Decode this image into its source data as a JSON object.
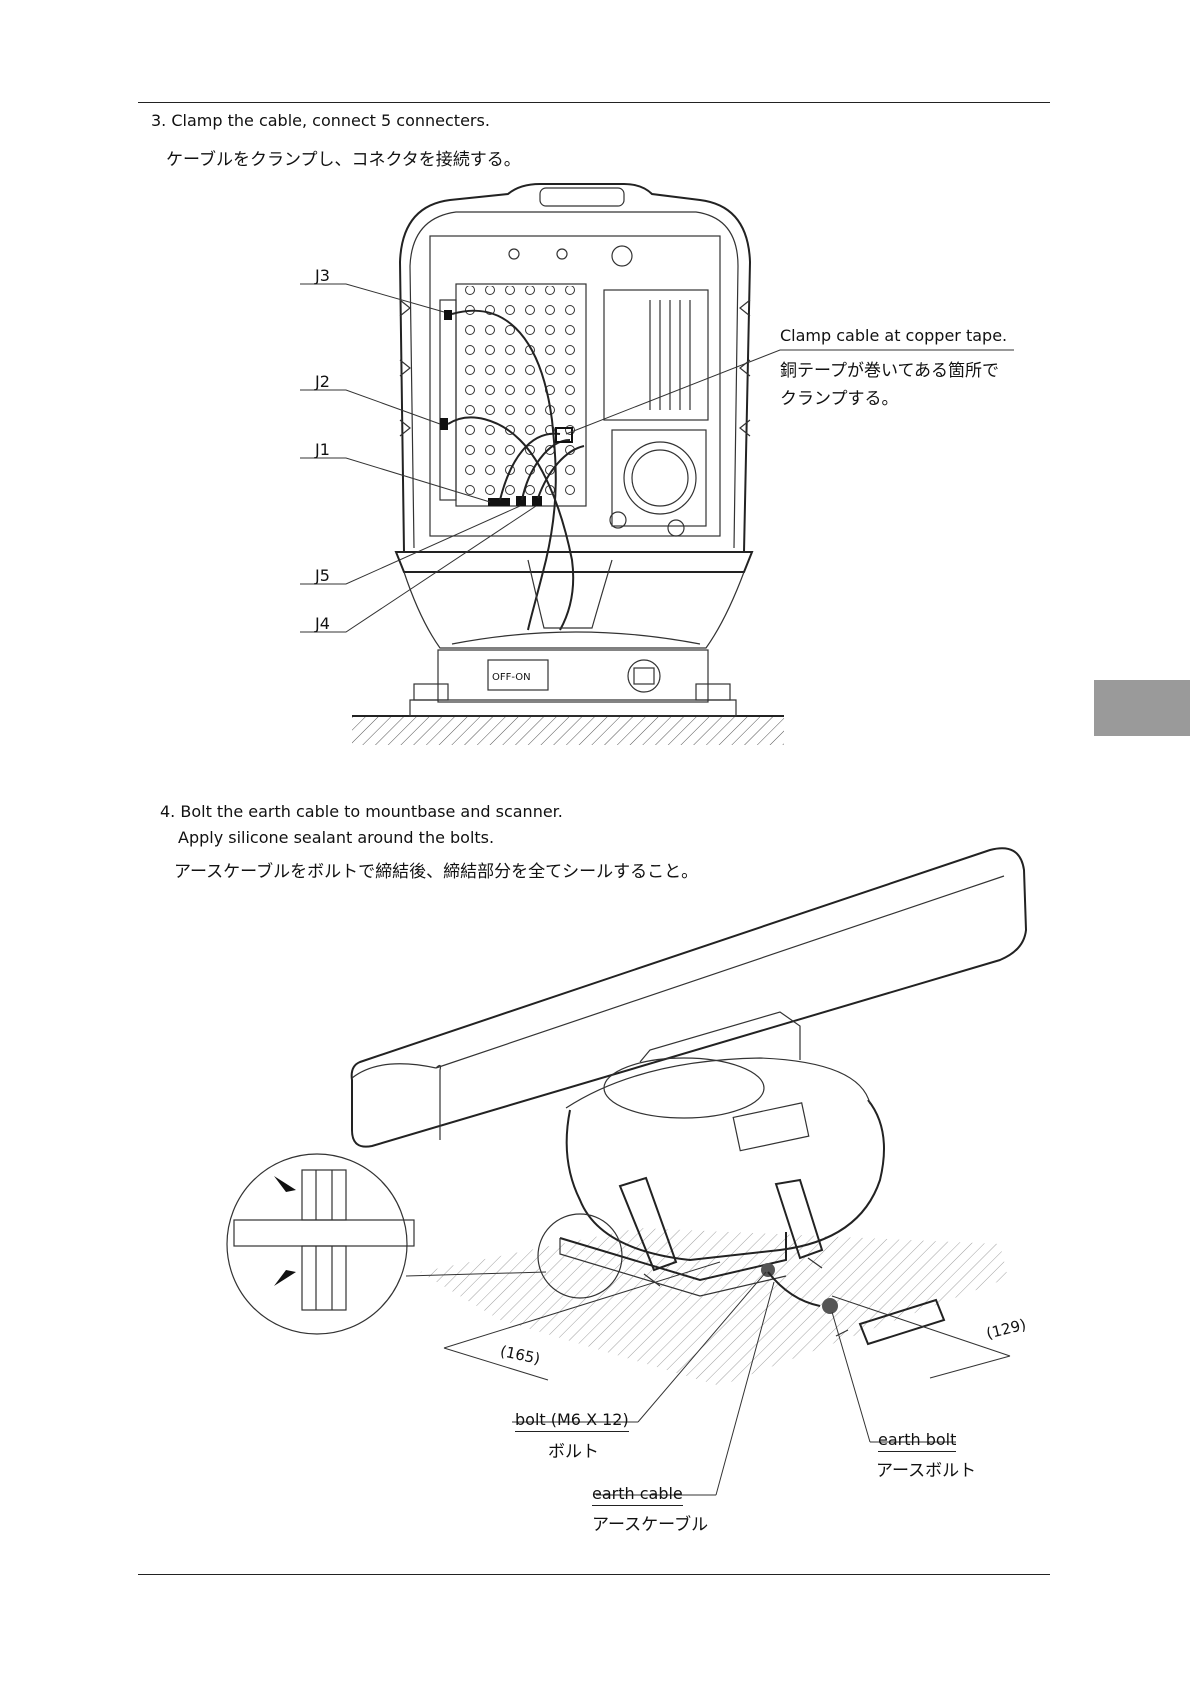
{
  "step3": {
    "title_en": "3. Clamp the cable, connect 5 connecters.",
    "title_ja": "ケーブルをクランプし、コネクタを接続する。",
    "labels": {
      "j3": "J3",
      "j2": "J2",
      "j1": "J1",
      "j5": "J5",
      "j4": "J4",
      "clamp_en": "Clamp cable at copper tape.",
      "clamp_ja_line1": "銅テープが巻いてある箇所で",
      "clamp_ja_line2": "クランプする。",
      "switch_text": "OFF-ON"
    }
  },
  "step4": {
    "title_en_line1": "4. Bolt the earth cable to mountbase and scanner.",
    "title_en_line2": "Apply silicone sealant around the bolts.",
    "title_ja": "アースケーブルをボルトで締結後、締結部分を全てシールすること。",
    "dims": {
      "left": "(165)",
      "right": "(129)"
    },
    "labels": {
      "bolt_en": "bolt (M6 X 12)",
      "bolt_ja": "ボルト",
      "earth_cable_en": "earth cable",
      "earth_cable_ja": "アースケーブル",
      "earth_bolt_en": "earth bolt",
      "earth_bolt_ja": "アースボルト"
    }
  }
}
